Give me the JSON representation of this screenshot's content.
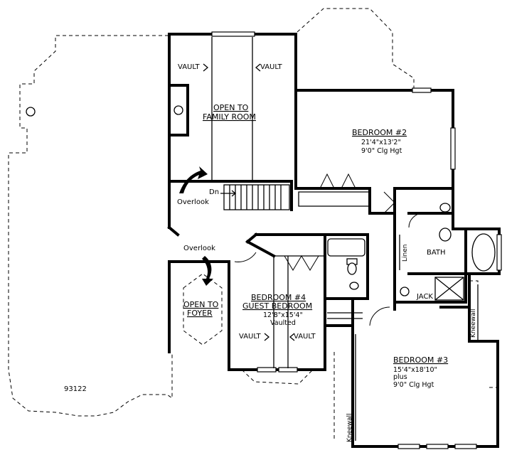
{
  "plan": {
    "plan_number": "93122",
    "open_family": {
      "line1": "OPEN TO",
      "line2": "FAMILY ROOM"
    },
    "vault_left": "VAULT",
    "vault_right": "VAULT",
    "stair_dn": "Dn",
    "overlook_top": "Overlook",
    "overlook_mid": "Overlook",
    "open_foyer": {
      "line1": "OPEN TO",
      "line2": "FOYER"
    },
    "bedroom2": {
      "title": "BEDROOM #2",
      "dims": "21'4\"x13'2\"",
      "ceiling": "9'0\" Clg Hgt"
    },
    "bedroom4": {
      "title": "BEDROOM #4",
      "subtitle": "GUEST BEDROOM",
      "dims": "12'8\"x15'4\"",
      "ceiling": "Vaulted"
    },
    "bed4_vault_left": "VAULT",
    "bed4_vault_right": "VAULT",
    "bedroom3": {
      "title": "BEDROOM #3",
      "dims": "15'4\"x18'10\"",
      "extra": "plus",
      "ceiling": "9'0\" Clg Hgt"
    },
    "linen": "Linen",
    "bath": "BATH",
    "jack": "JACK",
    "kneewall_right": "Kneewall",
    "kneewall_left": "Kneewall"
  }
}
